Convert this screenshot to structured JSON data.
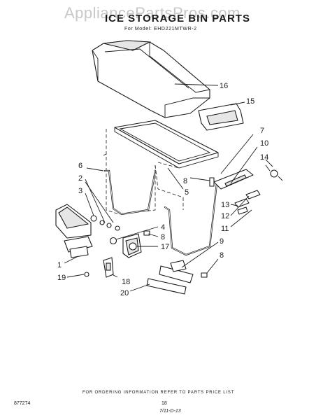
{
  "header": {
    "watermark": "AppliancePartsPros.com",
    "title": "ICE STORAGE BIN PARTS",
    "model_line": "For Model: EHD221MTWR-2"
  },
  "callouts": [
    "16",
    "15",
    "7",
    "10",
    "14",
    "6",
    "2",
    "3",
    "8",
    "5",
    "4",
    "8",
    "17",
    "13",
    "12",
    "11",
    "1",
    "9",
    "8",
    "19",
    "18",
    "20"
  ],
  "footer": {
    "note": "FOR ORDERING INFORMATION REFER TO PARTS PRICE LIST",
    "doc_number": "877274",
    "page_number": "18",
    "date": "7/11-D-13"
  }
}
